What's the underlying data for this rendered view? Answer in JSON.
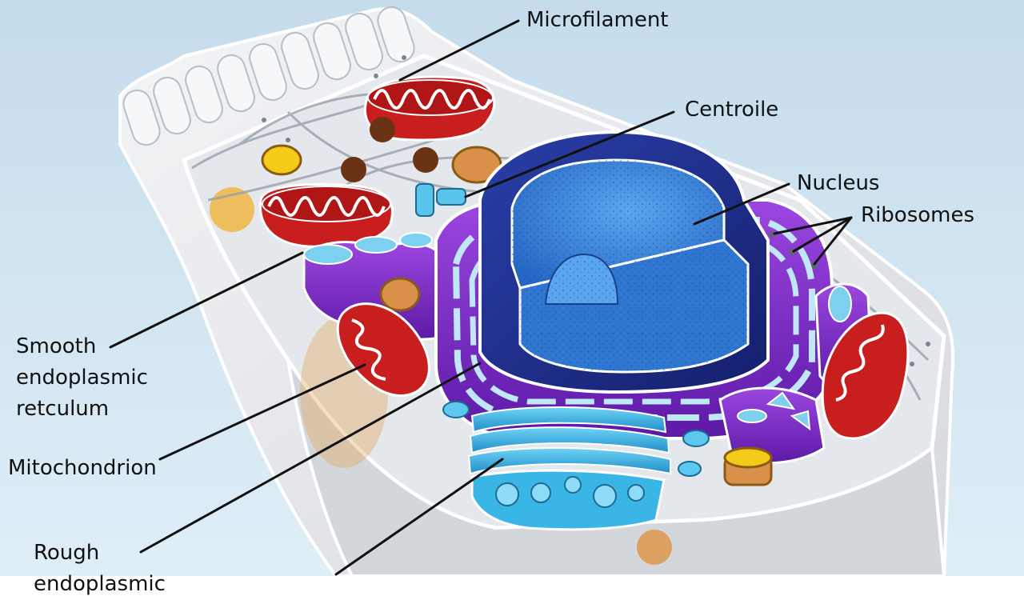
{
  "labels": {
    "microfilament": "Microfilament",
    "centroile": "Centroile",
    "nucleus": "Nucleus",
    "ribosomes": "Ribosomes",
    "smooth_er": [
      "Smooth",
      "endoplasmic",
      "retculum"
    ],
    "mitochondrion": "Mitochondrion",
    "rough_er": [
      "Rough",
      "endoplasmic"
    ]
  },
  "colors": {
    "background": "#cfe4f1",
    "cell_body": "#eceef0",
    "mitochondrion": "#c81e1e",
    "nucleus": "#3a86d8",
    "nuclear_envelope": "#1c2f8c",
    "endoplasmic_reticulum": "#8a2bd6",
    "golgi": "#3ab6e6",
    "lysosome": "#f2cc18",
    "vesicle": "#d9914a",
    "granule": "#6b3316"
  }
}
